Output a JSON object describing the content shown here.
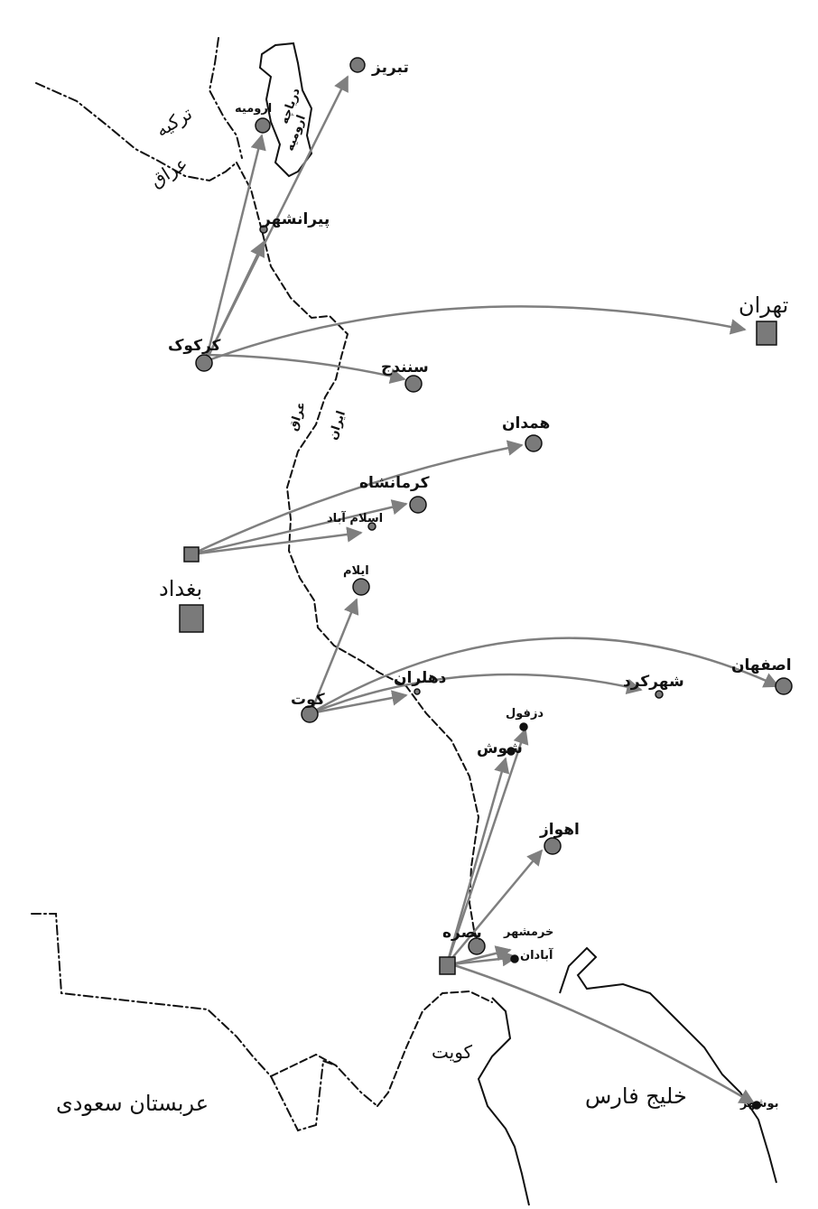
{
  "colors": {
    "ink": "#111111",
    "arrow": "#7f7f7f",
    "marker": "#7a7a7a",
    "paper": "#ffffff"
  },
  "map_title": "",
  "countries": {
    "turkey": "ترکیه",
    "iraq_north": "عراق",
    "saudi": "عربستان سعودی",
    "kuwait": "کویت",
    "iraq_border": "عراق",
    "iran_border": "ایران"
  },
  "water": {
    "urmia_lake_1": "دریاچه",
    "urmia_lake_2": "ارومیه",
    "persian_gulf": "خلیج فارس"
  },
  "origins": {
    "kirkuk": "کرکوک",
    "baghdad": "بغداد",
    "kut": "کوت",
    "basra": "بصره"
  },
  "targets": {
    "tabriz": "تبریز",
    "urmia": "ارومیه",
    "piranshahr": "پیرانشهر",
    "tehran": "تهران",
    "sanandaj": "سنندج",
    "hamadan": "همدان",
    "kermanshah": "کرمانشاه",
    "eslamabad": "اسلام آباد",
    "ilam": "ایلام",
    "esfahan": "اصفهان",
    "shahrekord": "شهرکرد",
    "dehloran": "دهلران",
    "dezful": "دزفول",
    "shush": "شوش",
    "ahvaz": "اهواز",
    "khorramshahr": "خرمشهر",
    "abadan": "آبادان",
    "bushehr": "بوشهر"
  }
}
